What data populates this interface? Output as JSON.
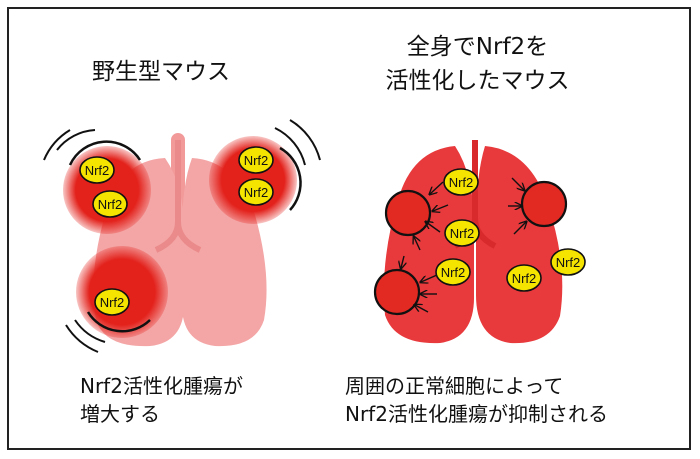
{
  "left": {
    "title": "野生型マウス",
    "caption_line1": "Nrf2活性化腫瘍が",
    "caption_line2": "増大する",
    "tumors": [
      {
        "label": "Nrf2"
      },
      {
        "label": "Nrf2"
      },
      {
        "label": "Nrf2"
      },
      {
        "label": "Nrf2"
      },
      {
        "label": "Nrf2"
      }
    ]
  },
  "right": {
    "title_line1": "全身でNrf2を",
    "title_line2": "活性化したマウス",
    "caption_line1": "周囲の正常細胞によって",
    "caption_line2": "Nrf2活性化腫瘍が抑制される",
    "cells": [
      {
        "label": "Nrf2"
      },
      {
        "label": "Nrf2"
      },
      {
        "label": "Nrf2"
      },
      {
        "label": "Nrf2"
      },
      {
        "label": "Nrf2"
      }
    ]
  },
  "colors": {
    "lung_pale": "#f4a6a6",
    "lung_red": "#e8393c",
    "tumor_red": "#e22a22",
    "nrf_yellow": "#f5e300",
    "outline": "#111111"
  }
}
